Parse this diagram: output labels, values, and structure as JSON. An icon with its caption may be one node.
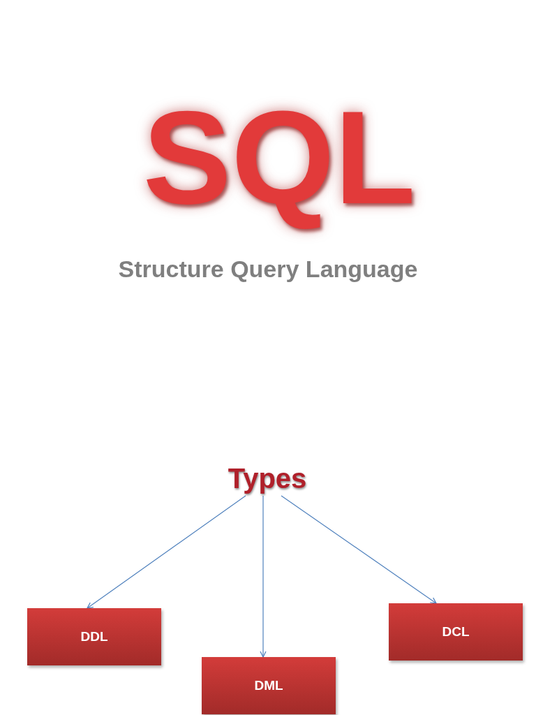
{
  "diagram": {
    "title": "SQL",
    "nodes": [
      {
        "text": [
          "Types"
        ]
      },
      {
        "text": [
          "DDL"
        ]
      },
      {
        "text": [
          "DML"
        ]
      },
      {
        "text": [
          "DCL"
        ]
      }
    ],
    "edges": [
      {
        "from": 0,
        "to": 1,
        "arrow": "to"
      },
      {
        "from": 0,
        "to": 2,
        "arrow": "to"
      },
      {
        "from": 0,
        "to": 3,
        "arrow": "to"
      }
    ],
    "labels": [
      "Structure Query Language"
    ]
  }
}
